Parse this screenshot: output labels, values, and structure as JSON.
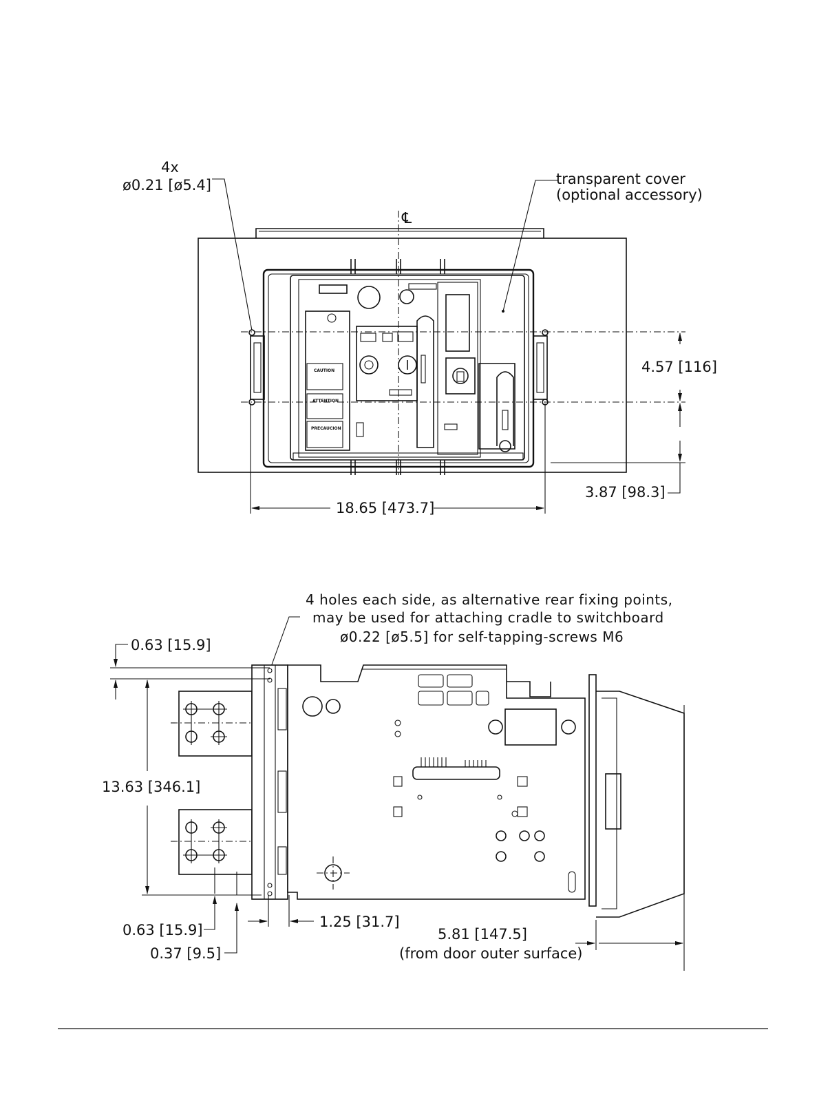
{
  "front_view": {
    "holes_count": "4x",
    "holes_dia": "ø0.21 [ø5.4]",
    "cover_line1": "transparent cover",
    "cover_line2": "(optional accessory)",
    "centerline_symbol": "℄",
    "dim_height": "4.57 [116]",
    "dim_bottom": "3.87 [98.3]",
    "dim_width": "18.65 [473.7]",
    "labels": {
      "caution": "CAUTION",
      "attention": "ATTENTION",
      "precaucion": "PRECAUCION"
    }
  },
  "side_view": {
    "note_line1": "4 holes each side, as alternative rear fixing points,",
    "note_line2": "may be used for attaching cradle to switchboard",
    "note_line3": "ø0.22 [ø5.5] for self-tapping-screws M6",
    "dim_top": "0.63 [15.9]",
    "dim_height": "13.63 [346.1]",
    "dim_bottom_1": "0.63 [15.9]",
    "dim_bottom_2": "0.37 [9.5]",
    "dim_depth_small": "1.25 [31.7]",
    "dim_door": "5.81 [147.5]",
    "dim_door_note": "(from door outer surface)"
  }
}
